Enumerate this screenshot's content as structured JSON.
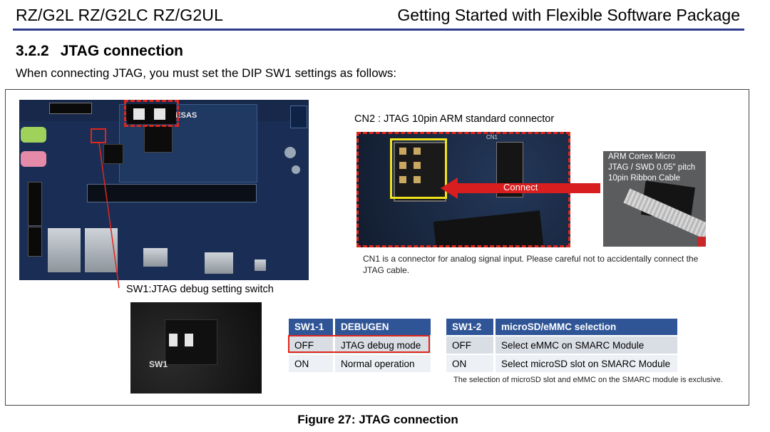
{
  "header": {
    "left": "RZ/G2L RZ/G2LC RZ/G2UL",
    "right": "Getting Started with Flexible Software Package"
  },
  "section": {
    "number": "3.2.2",
    "title": "JTAG connection",
    "intro": "When connecting JTAG, you must set the DIP SW1 settings as follows:"
  },
  "figure": {
    "board_brand": "RENESAS",
    "sw1_label": "SW1:JTAG debug setting switch",
    "cn2_label": "CN2 : JTAG 10pin ARM standard connector",
    "connect_label": "Connect",
    "cn1_silk": "CN1",
    "dip_silk": "SW1",
    "ribbon_lines": [
      "ARM Cortex Micro",
      "JTAG / SWD 0.05\" pitch",
      "10pin Ribbon Cable"
    ],
    "cn1_note": "CN1 is a connector for analog signal input. Please careful not to accidentally connect the JTAG cable.",
    "table_debug": {
      "headers": [
        "SW1-1",
        "DEBUGEN"
      ],
      "rows": [
        [
          "OFF",
          "JTAG debug mode"
        ],
        [
          "ON",
          "Normal operation"
        ]
      ]
    },
    "table_media": {
      "headers": [
        "SW1-2",
        "microSD/eMMC selection"
      ],
      "rows": [
        [
          "OFF",
          "Select eMMC on SMARC Module"
        ],
        [
          "ON",
          "Select microSD slot on SMARC Module"
        ]
      ]
    },
    "exclusive_note": "The selection of microSD slot and eMMC on the SMARC module is exclusive.",
    "caption": "Figure 27: JTAG connection"
  },
  "colors": {
    "header_rule": "#2e3a8c",
    "table_header": "#2f5597",
    "highlight_red": "#e0261b",
    "connector_yellow": "#f2e21c"
  }
}
